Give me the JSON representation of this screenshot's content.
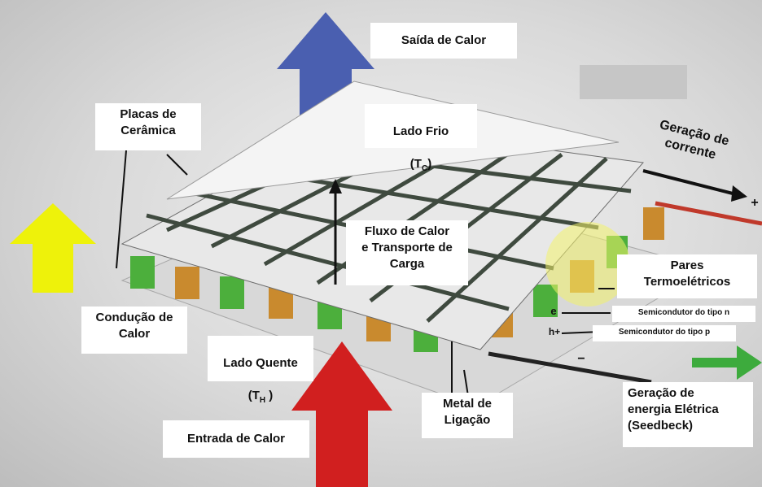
{
  "labels": {
    "heat_output": "Saída de Calor",
    "ceramic_plates": "Placas de\nCerâmica",
    "cold_side_line1": "Lado Frio",
    "cold_side_line2_main": "(T",
    "cold_side_sub": "C",
    "cold_side_close": ")",
    "current_generation": "Geração de\ncorrente",
    "heat_flux": "Fluxo de Calor\ne Transporte de\nCarga",
    "thermo_pairs": "Pares\nTermoelétricos",
    "n_semiconductor": "Semicondutor  do tipo n",
    "p_semiconductor": "Semicondutor  do tipo p",
    "heat_conduction": "Condução de\nCalor",
    "hot_side_line1": "Lado Quente",
    "hot_side_line2_main": "(T",
    "hot_side_sub": "H",
    "hot_side_close": " )",
    "bonding_metal": "Metal de\nLigação",
    "heat_input": "Entrada de Calor",
    "power_generation": "Geração de\nenergia Elétrica\n(Seedbeck)",
    "electron_symbol": "e",
    "hole_symbol": "h+",
    "plus_sign": "+",
    "minus_sign": "−"
  },
  "colors": {
    "blue_arrow": "#4a5fb0",
    "red_arrow": "#d11f1f",
    "yellow_arrow": "#eef20a",
    "green_arrow": "#3dab3d",
    "n_leg": "#4caf3c",
    "p_leg": "#c98a2e",
    "plate": "#efefef"
  }
}
